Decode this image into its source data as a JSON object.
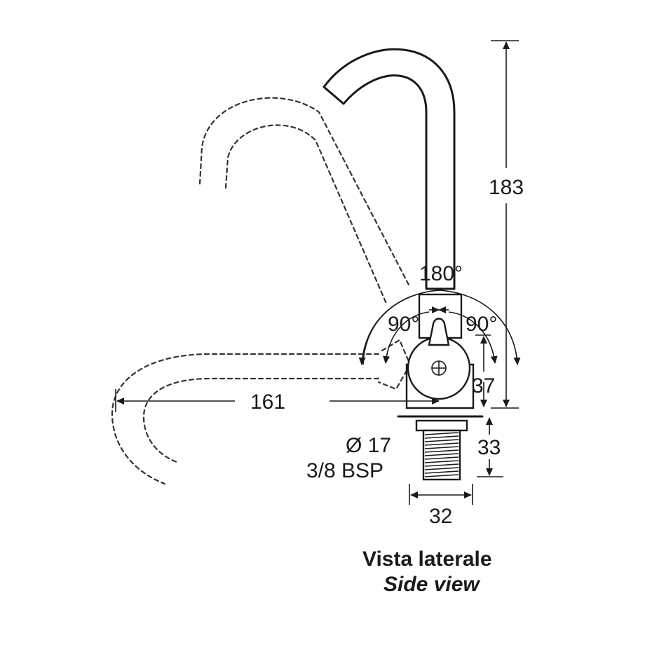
{
  "dimensions": {
    "height": "183",
    "rotation": "180°",
    "left_angle": "90°",
    "right_angle": "90°",
    "reach": "161",
    "handle_height": "37",
    "shank_length": "33",
    "diameter": "Ø 17",
    "thread": "3/8 BSP",
    "base_width": "32"
  },
  "caption": {
    "title_it": "Vista laterale",
    "title_en": "Side view"
  }
}
